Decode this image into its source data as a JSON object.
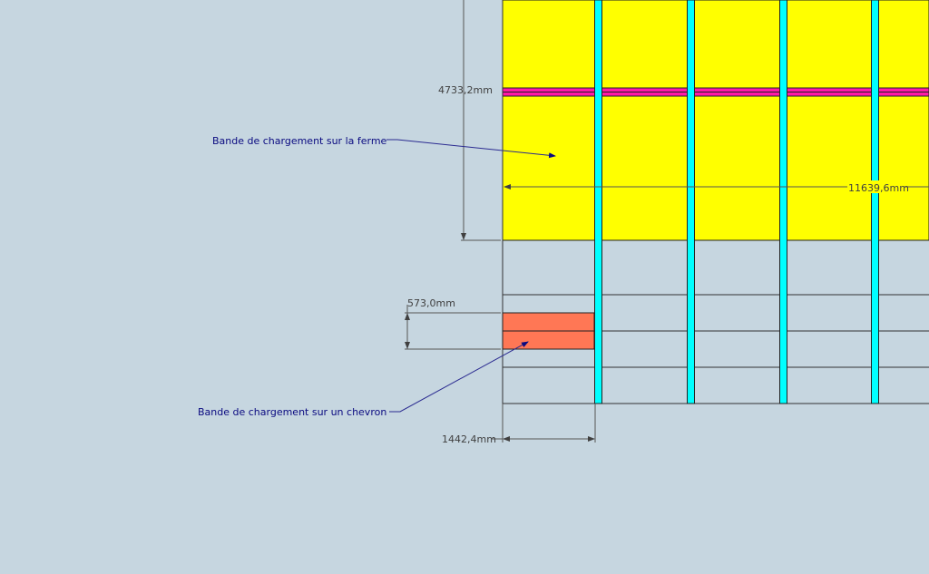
{
  "dimensions": {
    "height_truss": "4733,2mm",
    "width_total": "11639,6mm",
    "chevron_spacing": "573,0mm",
    "truss_spacing": "1442,4mm"
  },
  "labels": {
    "truss_band": "Bande de chargement sur la ferme",
    "chevron_band": "Bande de chargement sur un chevron"
  },
  "colors": {
    "background": "#c6d6e0",
    "truss_band": "#ffff00",
    "chevron_band": "#ff7755",
    "truss": "#00ffff",
    "purlin": "#ff1aa6"
  }
}
